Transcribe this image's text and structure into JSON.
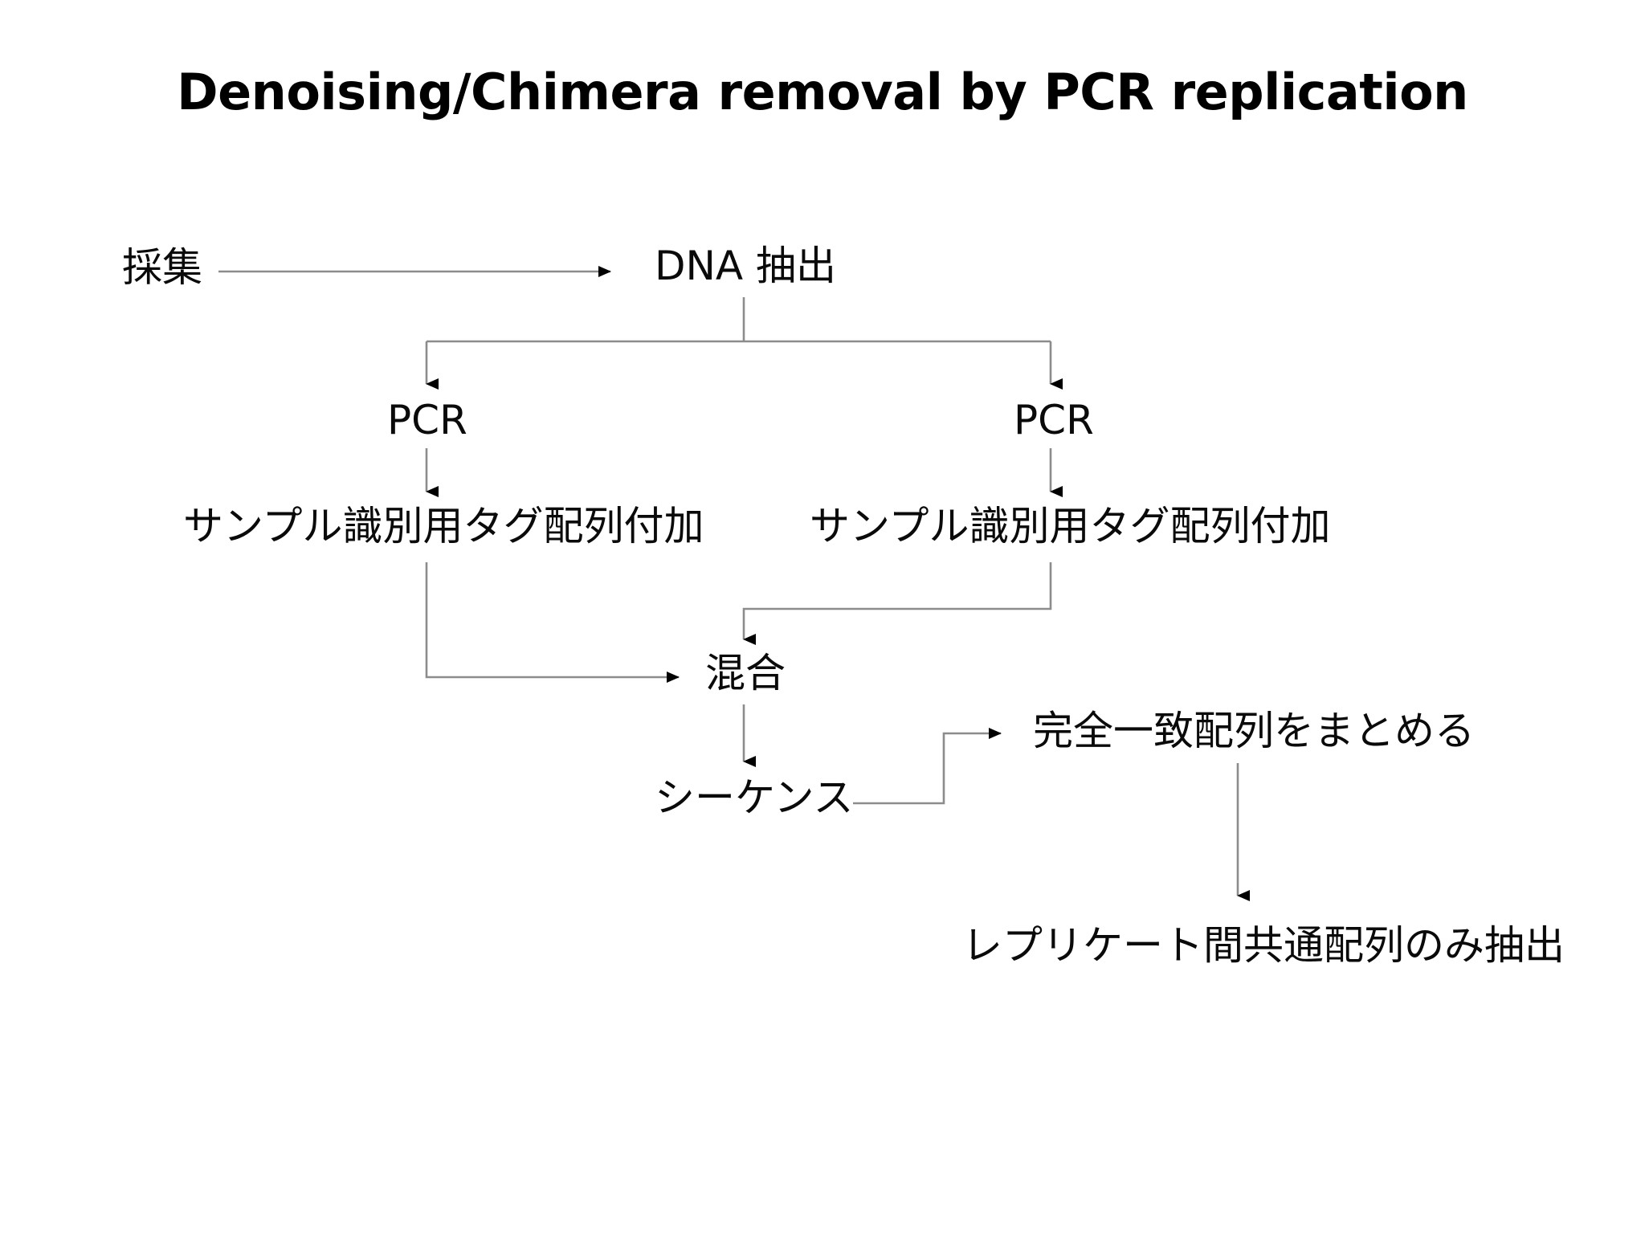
{
  "slide": {
    "title": "Denoising/Chimera removal by PCR replication",
    "background_color": "#ffffff",
    "text_color": "#000000",
    "connector_color": "#8c8c8c",
    "arrowhead_color": "#000000"
  },
  "diagram": {
    "type": "flowchart",
    "orientation": "top-down",
    "nodes": [
      {
        "id": "collect",
        "label": "採集",
        "script": "cjk"
      },
      {
        "id": "dna",
        "label": "DNA 抽出",
        "script": "mixed"
      },
      {
        "id": "pcr_left",
        "label": "PCR",
        "script": "latin"
      },
      {
        "id": "pcr_right",
        "label": "PCR",
        "script": "latin"
      },
      {
        "id": "tag_left",
        "label": "サンプル識別用タグ配列付加",
        "script": "cjk"
      },
      {
        "id": "tag_right",
        "label": "サンプル識別用タグ配列付加",
        "script": "cjk"
      },
      {
        "id": "mix",
        "label": "混合",
        "script": "cjk"
      },
      {
        "id": "sequence",
        "label": "シーケンス",
        "script": "cjk"
      },
      {
        "id": "merge",
        "label": "完全一致配列をまとめる",
        "script": "cjk"
      },
      {
        "id": "replicate",
        "label": "レプリケート間共通配列のみ抽出",
        "script": "cjk"
      }
    ],
    "edges": [
      {
        "from": "collect",
        "to": "dna",
        "style": "straight-right"
      },
      {
        "from": "dna",
        "to": "pcr_left",
        "style": "split-down-left"
      },
      {
        "from": "dna",
        "to": "pcr_right",
        "style": "split-down-right"
      },
      {
        "from": "pcr_left",
        "to": "tag_left",
        "style": "straight-down"
      },
      {
        "from": "pcr_right",
        "to": "tag_right",
        "style": "straight-down"
      },
      {
        "from": "tag_left",
        "to": "mix",
        "style": "down-then-right"
      },
      {
        "from": "tag_right",
        "to": "mix",
        "style": "down-left-then-down"
      },
      {
        "from": "mix",
        "to": "sequence",
        "style": "straight-down"
      },
      {
        "from": "sequence",
        "to": "merge",
        "style": "right-up-then-right"
      },
      {
        "from": "merge",
        "to": "replicate",
        "style": "straight-down"
      }
    ]
  }
}
